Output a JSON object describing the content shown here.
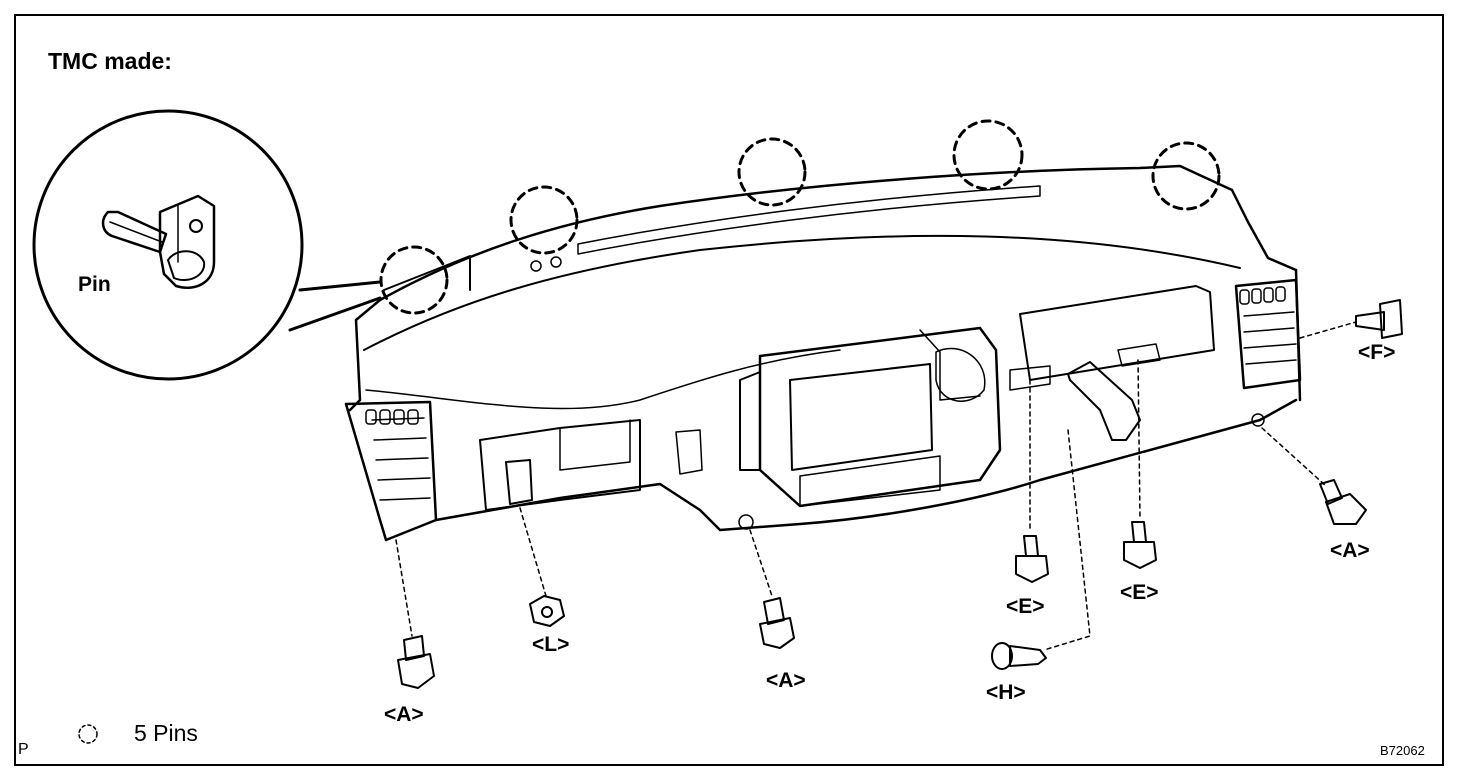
{
  "title": "TMC made:",
  "inset_label": "Pin",
  "legend": {
    "text": "5 Pins",
    "icon": "dashed-circle-icon"
  },
  "corner_mark": "P",
  "figure_code": "B72062",
  "fasteners": [
    {
      "id": "fastener-a-left",
      "label": "<A>"
    },
    {
      "id": "fastener-l",
      "label": "<L>"
    },
    {
      "id": "fastener-a-center",
      "label": "<A>"
    },
    {
      "id": "fastener-h",
      "label": "<H>"
    },
    {
      "id": "fastener-e-left",
      "label": "<E>"
    },
    {
      "id": "fastener-e-right",
      "label": "<E>"
    },
    {
      "id": "fastener-a-right",
      "label": "<A>"
    },
    {
      "id": "fastener-f",
      "label": "<F>"
    }
  ],
  "colors": {
    "line": "#000000",
    "background": "#ffffff"
  }
}
